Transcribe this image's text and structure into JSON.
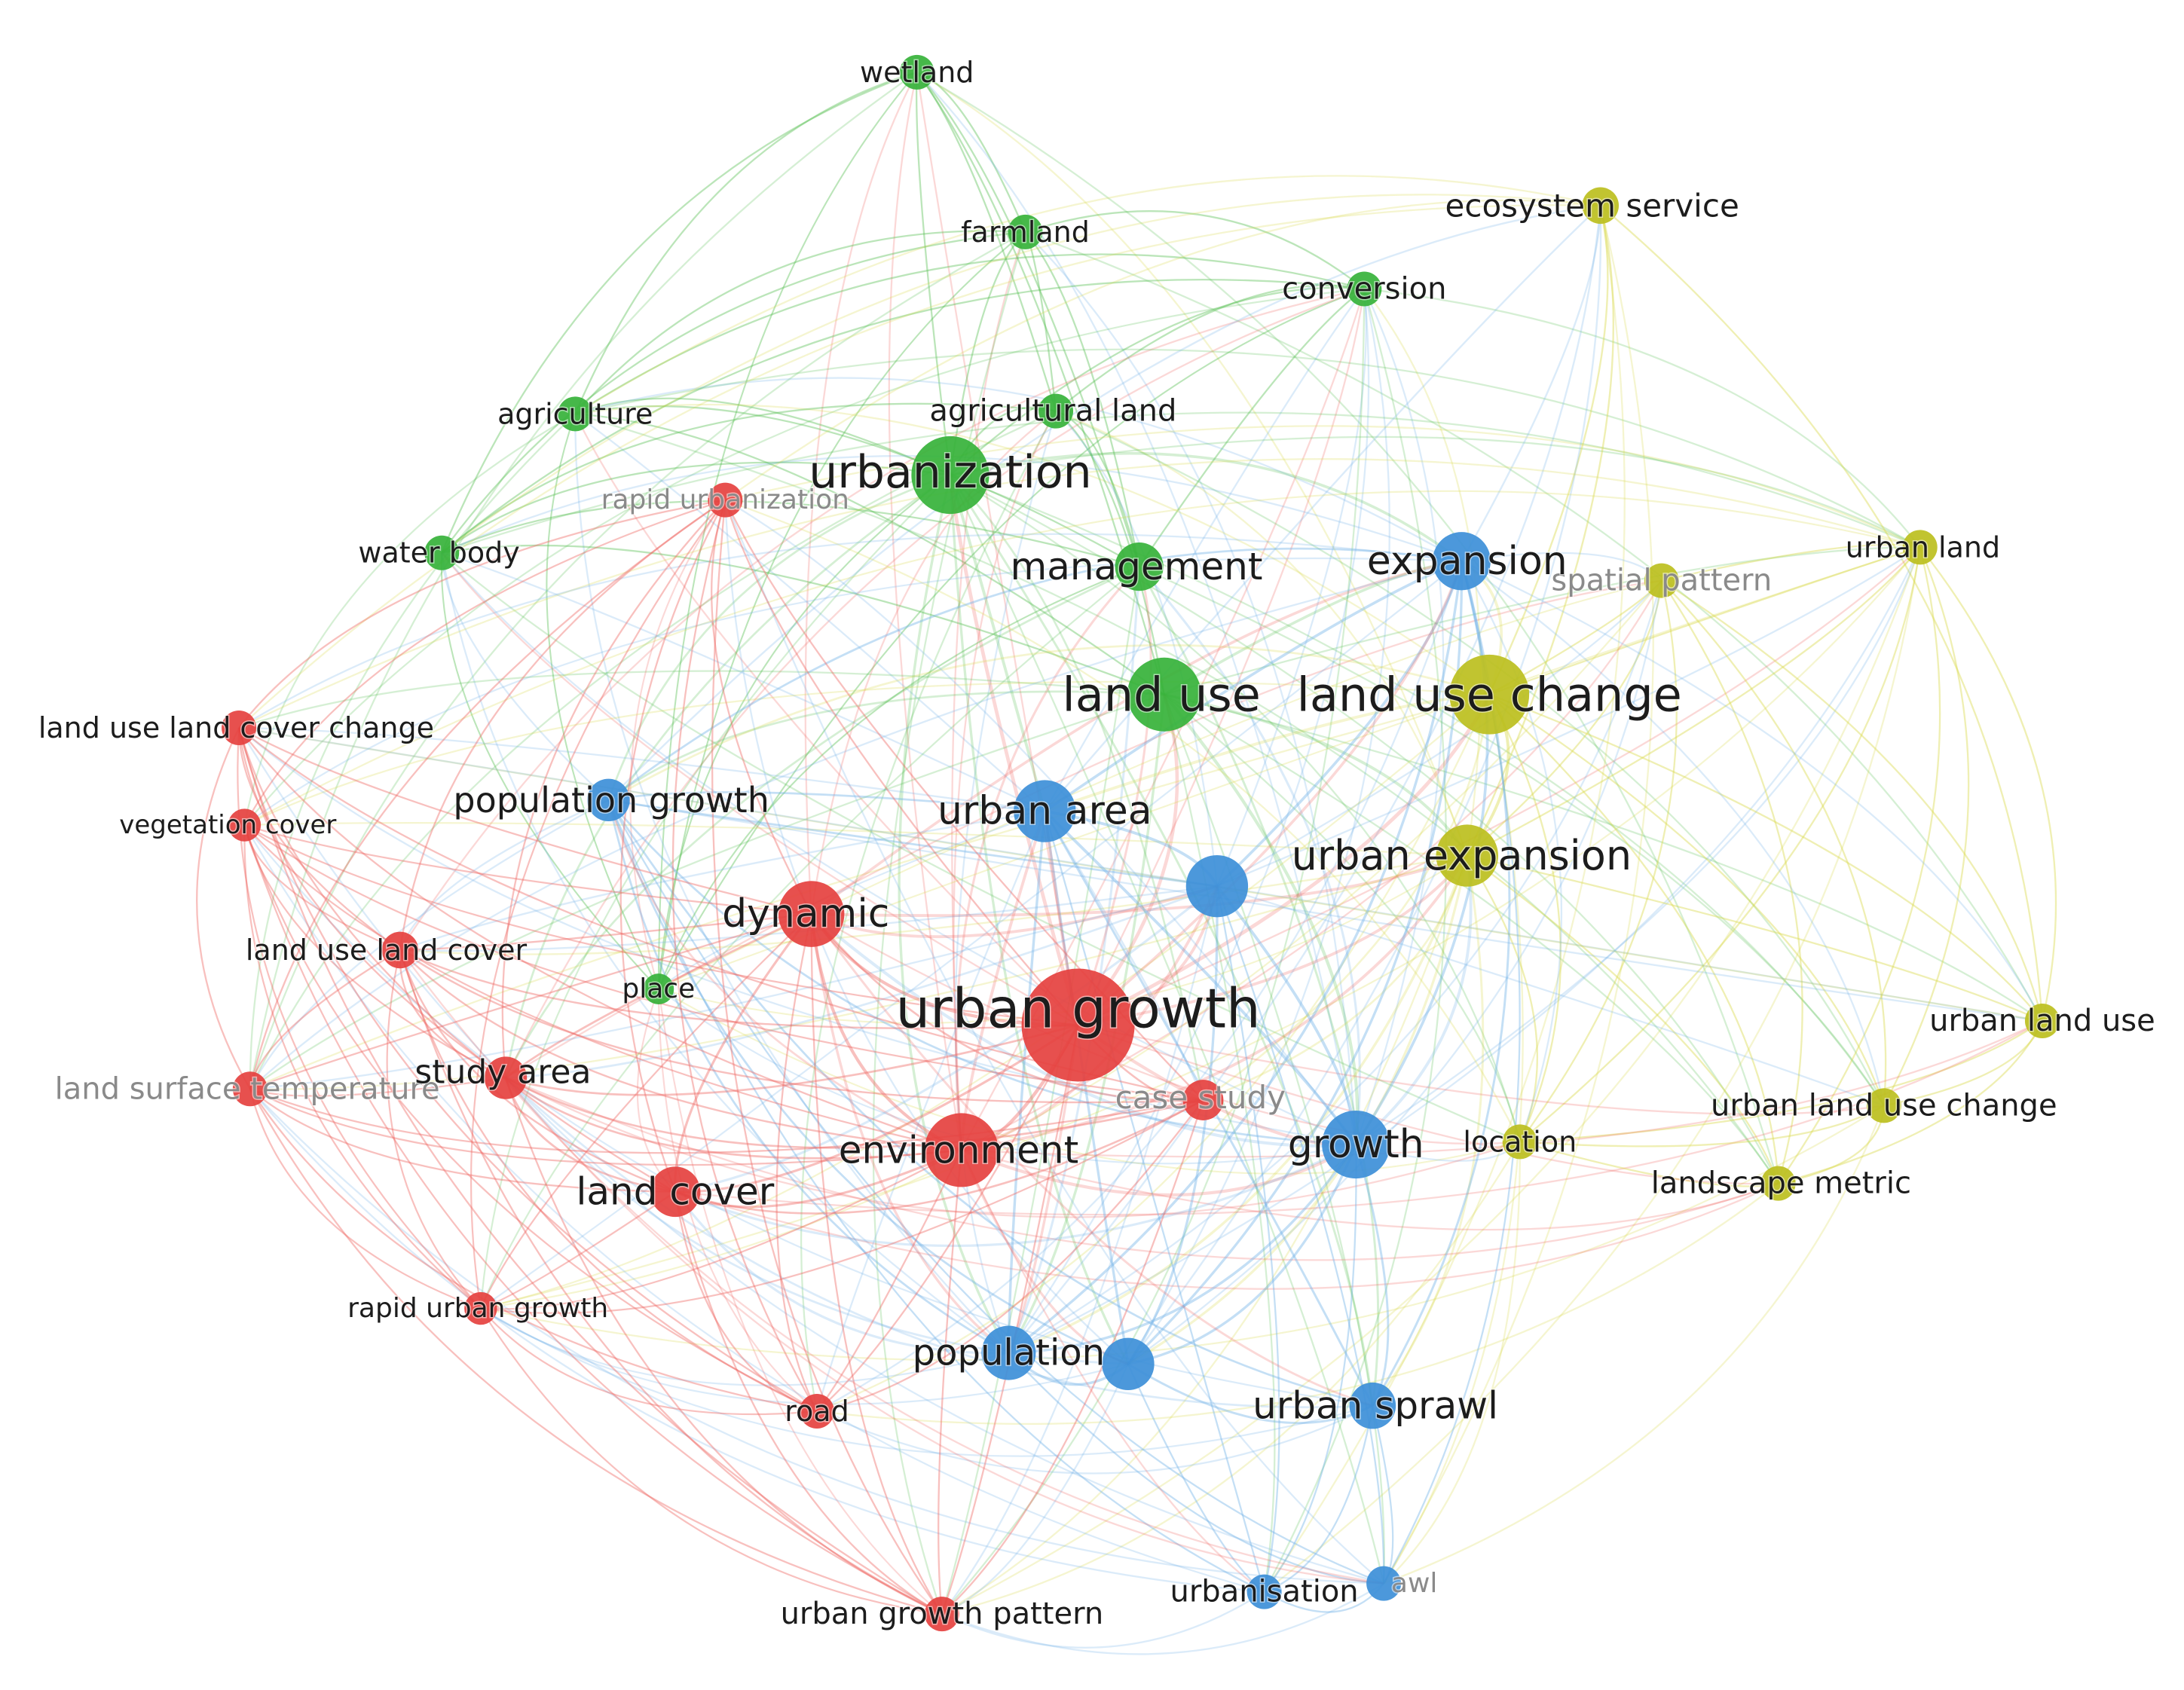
{
  "clusters": {
    "red": {
      "node_color": "#e5413f",
      "edge_color": "#ef6a63"
    },
    "green": {
      "node_color": "#36b23a",
      "edge_color": "#5cc158"
    },
    "blue": {
      "node_color": "#3d8fd8",
      "edge_color": "#72b2e6"
    },
    "yellow": {
      "node_color": "#bcbf1e",
      "edge_color": "#d8d84a"
    }
  },
  "nodes": [
    {
      "id": "wetland",
      "label": "wetland",
      "cluster": "green",
      "weight": 1
    },
    {
      "id": "farmland",
      "label": "farmland",
      "cluster": "green",
      "weight": 1
    },
    {
      "id": "conversion",
      "label": "conversion",
      "cluster": "green",
      "weight": 1
    },
    {
      "id": "agriculture",
      "label": "agriculture",
      "cluster": "green",
      "weight": 1
    },
    {
      "id": "agricultural_land",
      "label": "agricultural land",
      "cluster": "green",
      "weight": 1
    },
    {
      "id": "urbanization",
      "label": "urbanization",
      "cluster": "green",
      "weight": 3.2
    },
    {
      "id": "water_body",
      "label": "water body",
      "cluster": "green",
      "weight": 1
    },
    {
      "id": "management",
      "label": "management",
      "cluster": "green",
      "weight": 1.7
    },
    {
      "id": "land_use",
      "label": "land use",
      "cluster": "green",
      "weight": 3.0
    },
    {
      "id": "place",
      "label": "place",
      "cluster": "green",
      "weight": 0.8
    },
    {
      "id": "ecosystem_service",
      "label": "ecosystem service",
      "cluster": "yellow",
      "weight": 1.1
    },
    {
      "id": "urban_land",
      "label": "urban land",
      "cluster": "yellow",
      "weight": 1
    },
    {
      "id": "spatial_pattern",
      "label": "spatial pattern",
      "cluster": "yellow",
      "weight": 1
    },
    {
      "id": "land_use_change",
      "label": "land use change",
      "cluster": "yellow",
      "weight": 3.3
    },
    {
      "id": "urban_expansion",
      "label": "urban expansion",
      "cluster": "yellow",
      "weight": 2.4
    },
    {
      "id": "urban_land_use",
      "label": "urban land use",
      "cluster": "yellow",
      "weight": 1
    },
    {
      "id": "urban_land_use_change",
      "label": "urban land use change",
      "cluster": "yellow",
      "weight": 1
    },
    {
      "id": "location",
      "label": "location",
      "cluster": "yellow",
      "weight": 1
    },
    {
      "id": "landscape_metric",
      "label": "landscape metric",
      "cluster": "yellow",
      "weight": 1
    },
    {
      "id": "expansion",
      "label": "expansion",
      "cluster": "blue",
      "weight": 2.2
    },
    {
      "id": "population_growth",
      "label": "population growth",
      "cluster": "blue",
      "weight": 1.4
    },
    {
      "id": "urban_area",
      "label": "urban area",
      "cluster": "blue",
      "weight": 2.4
    },
    {
      "id": "unlabeled_blue",
      "label": "",
      "cluster": "blue",
      "weight": 2.4
    },
    {
      "id": "growth",
      "label": "growth",
      "cluster": "blue",
      "weight": 2.7
    },
    {
      "id": "population",
      "label": "population",
      "cluster": "blue",
      "weight": 2.0
    },
    {
      "id": "population_b",
      "label": "",
      "cluster": "blue",
      "weight": 1.9
    },
    {
      "id": "urban_sprawl",
      "label": "urban sprawl",
      "cluster": "blue",
      "weight": 1.6
    },
    {
      "id": "urbanisation",
      "label": "urbanisation",
      "cluster": "blue",
      "weight": 1
    },
    {
      "id": "sprawl",
      "label": "awl",
      "cluster": "blue",
      "weight": 1
    },
    {
      "id": "rapid_urbanization",
      "label": "rapid urbanization",
      "cluster": "red",
      "weight": 1
    },
    {
      "id": "land_use_land_cover_change",
      "label": "land use land cover change",
      "cluster": "red",
      "weight": 1
    },
    {
      "id": "vegetation_cover",
      "label": "vegetation cover",
      "cluster": "red",
      "weight": 0.9
    },
    {
      "id": "dynamic",
      "label": "dynamic",
      "cluster": "red",
      "weight": 2.6
    },
    {
      "id": "land_use_land_cover",
      "label": "land use land cover",
      "cluster": "red",
      "weight": 1.1
    },
    {
      "id": "urban_growth",
      "label": "urban growth",
      "cluster": "red",
      "weight": 5.0
    },
    {
      "id": "land_surface_temperature",
      "label": "land surface temperature",
      "cluster": "red",
      "weight": 1
    },
    {
      "id": "study_area",
      "label": "study area",
      "cluster": "red",
      "weight": 1.4
    },
    {
      "id": "case_study",
      "label": "case study",
      "cluster": "red",
      "weight": 1.3
    },
    {
      "id": "environment",
      "label": "environment",
      "cluster": "red",
      "weight": 3.0
    },
    {
      "id": "land_cover",
      "label": "land cover",
      "cluster": "red",
      "weight": 1.8
    },
    {
      "id": "rapid_urban_growth",
      "label": "rapid urban growth",
      "cluster": "red",
      "weight": 0.9
    },
    {
      "id": "road",
      "label": "road",
      "cluster": "red",
      "weight": 1
    },
    {
      "id": "urban_growth_pattern",
      "label": "urban growth pattern",
      "cluster": "red",
      "weight": 1
    }
  ]
}
